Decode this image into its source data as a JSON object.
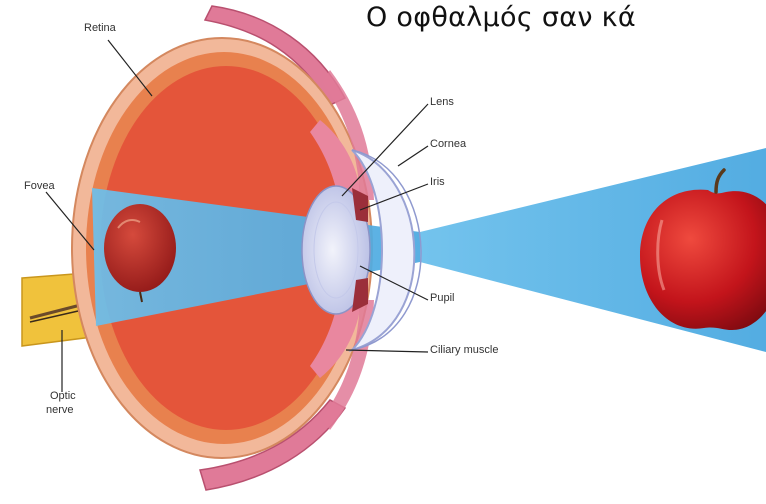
{
  "title": "Ο οφθαλμός σαν κά",
  "labels": {
    "retina": "Retina",
    "fovea": "Fovea",
    "optic_nerve_line1": "Optic",
    "optic_nerve_line2": "nerve",
    "lens": "Lens",
    "cornea": "Cornea",
    "iris": "Iris",
    "pupil": "Pupil",
    "ciliary_muscle": "Ciliary muscle"
  },
  "colors": {
    "eye_interior": "#e4553a",
    "sclera": "#f2b89a",
    "choroid": "#e8814e",
    "light_beam": "#57b3e6",
    "lens": "#d8dcf2",
    "cornea": "#eef0fb",
    "muscle": "#e68aa6",
    "optic_nerve": "#f0c23c",
    "apple": "#c0141c",
    "leader_line": "#222222"
  }
}
